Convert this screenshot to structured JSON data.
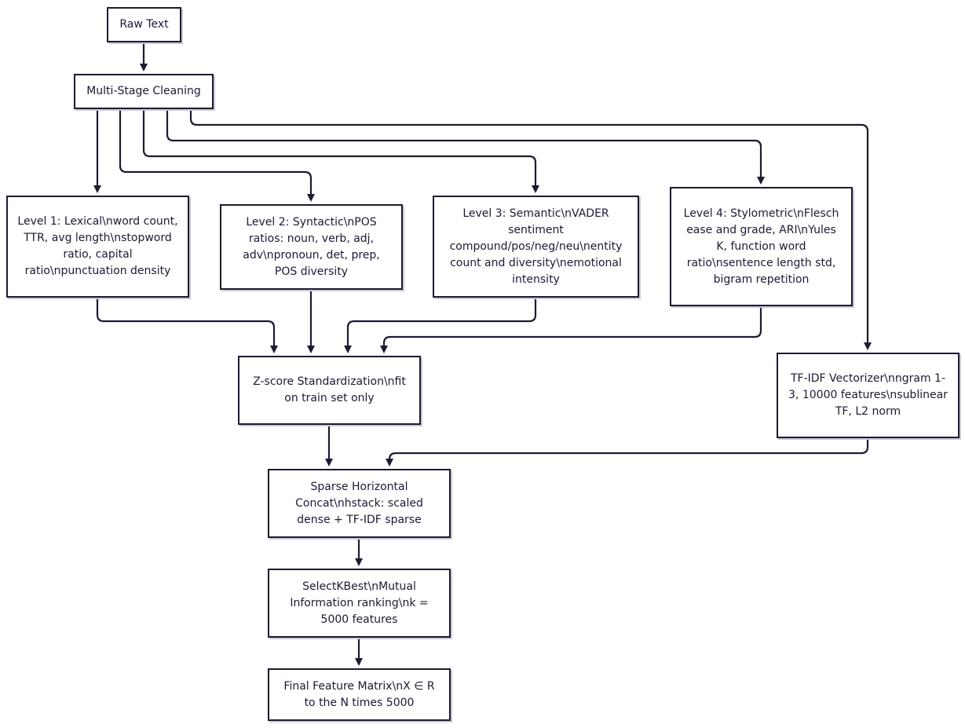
{
  "diagram": {
    "nodes": {
      "raw_text": "Raw Text",
      "cleaning": "Multi-Stage Cleaning",
      "level1": "Level 1: Lexical\\nword count, TTR, avg length\\nstopword ratio, capital ratio\\npunctuation density",
      "level2": "Level 2: Syntactic\\nPOS ratios: noun, verb, adj, adv\\npronoun, det, prep, POS diversity",
      "level3": "Level 3: Semantic\\nVADER sentiment compound/pos/neg/neu\\nentity count and diversity\\nemotional intensity",
      "level4": "Level 4: Stylometric\\nFlesch ease and grade, ARI\\nYules K, function word ratio\\nsentence length std, bigram repetition",
      "zscore": "Z-score Standardization\\nfit on train set only",
      "tfidf": "TF-IDF Vectorizer\\nngram 1-3, 10000 features\\nsublinear TF, L2 norm",
      "concat": "Sparse Horizontal Concat\\nhstack: scaled dense + TF-IDF sparse",
      "selectk": "SelectKBest\\nMutual Information ranking\\nk = 5000 features",
      "final": "Final Feature Matrix\\nX ∈ R to the N times 5000"
    }
  }
}
